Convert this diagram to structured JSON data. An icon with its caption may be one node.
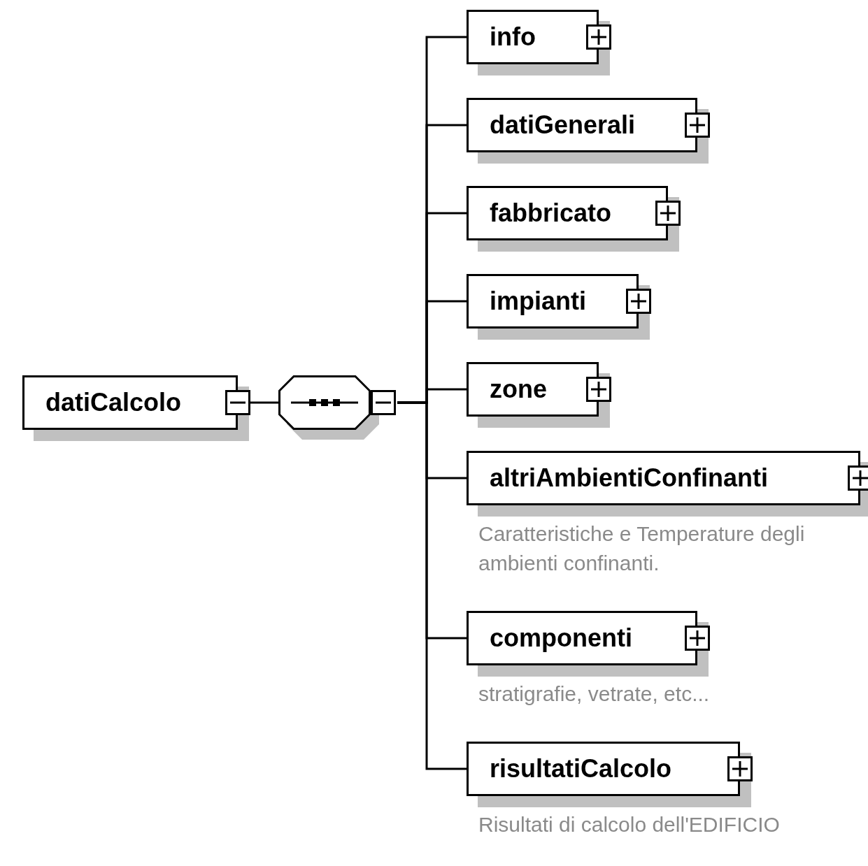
{
  "diagram": {
    "nodes": [
      {
        "text": [
          "datiCalcolo"
        ]
      },
      {
        "text": [],
        "shape": "octagon"
      },
      {
        "text": [
          "info"
        ]
      },
      {
        "text": [
          "datiGenerali"
        ]
      },
      {
        "text": [
          "fabbricato"
        ]
      },
      {
        "text": [
          "impianti"
        ]
      },
      {
        "text": [
          "zone"
        ]
      },
      {
        "text": [
          "altriAmbientiConfinanti"
        ],
        "beside": [
          "Caratteristiche e Temperature degli ambienti confinanti."
        ]
      },
      {
        "text": [
          "componenti"
        ],
        "beside": [
          "stratigrafie, vetrate, etc..."
        ]
      },
      {
        "text": [
          "risultatiCalcolo"
        ],
        "beside": [
          "Risultati di calcolo dell'EDIFICIO"
        ]
      }
    ],
    "edges": [
      {
        "from": 0,
        "to": 1,
        "arrow": "none"
      },
      {
        "from": 1,
        "to": 2,
        "arrow": "none"
      },
      {
        "from": 1,
        "to": 3,
        "arrow": "none"
      },
      {
        "from": 1,
        "to": 4,
        "arrow": "none"
      },
      {
        "from": 1,
        "to": 5,
        "arrow": "none"
      },
      {
        "from": 1,
        "to": 6,
        "arrow": "none"
      },
      {
        "from": 1,
        "to": 7,
        "arrow": "none"
      },
      {
        "from": 1,
        "to": 8,
        "arrow": "none"
      },
      {
        "from": 1,
        "to": 9,
        "arrow": "none"
      }
    ]
  }
}
